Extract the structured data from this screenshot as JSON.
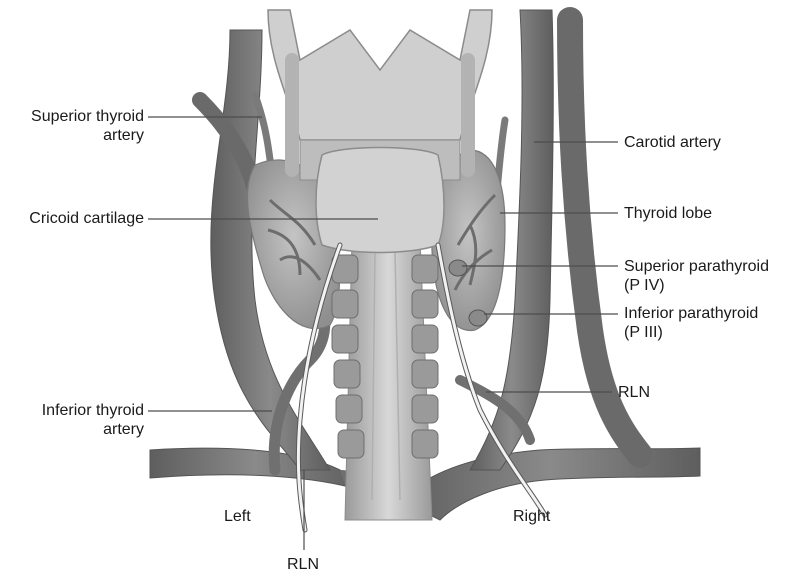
{
  "labels": {
    "superior_thyroid_artery": {
      "line1": "Superior thyroid",
      "line2": "artery"
    },
    "cricoid_cartilage": "Cricoid cartilage",
    "inferior_thyroid_artery": {
      "line1": "Inferior thyroid",
      "line2": "artery"
    },
    "carotid_artery": "Carotid artery",
    "thyroid_lobe": "Thyroid lobe",
    "superior_parathyroid": {
      "line1": "Superior parathyroid",
      "line2": "(P IV)"
    },
    "inferior_parathyroid": {
      "line1": "Inferior parathyroid",
      "line2": "(P III)"
    },
    "rln_right": "RLN",
    "rln_bottom": "RLN",
    "side_left": "Left",
    "side_right": "Right"
  },
  "colors": {
    "vessel": "#7d7d7d",
    "vessel_edge": "#5a5a5a",
    "cartilage": "#c9c9c9",
    "cartilage_edge": "#8c8c8c",
    "thyroid": "#a9a9a9",
    "trachea_ring": "#8e8e8e",
    "nerve": "#f2f2f2",
    "leader_line": "#4d4d4d"
  }
}
